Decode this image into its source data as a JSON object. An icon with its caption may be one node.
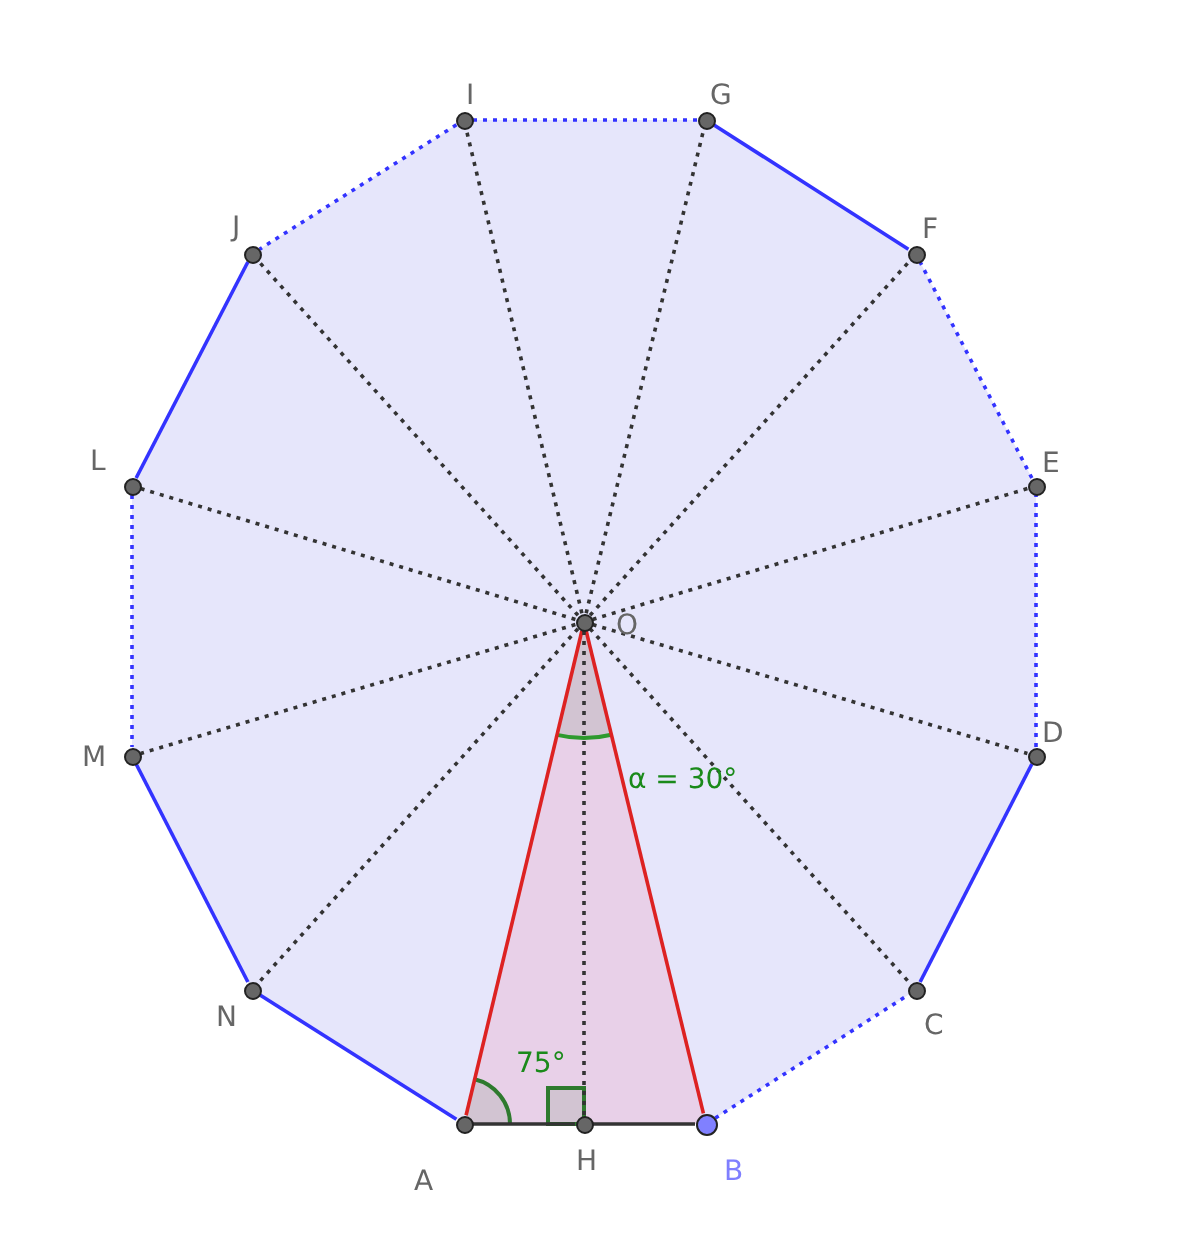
{
  "diagram": {
    "nodes": [
      {
        "text": [],
        "shape": "circle",
        "beside": [
          "I"
        ]
      },
      {
        "text": [],
        "shape": "circle",
        "beside": [
          "G"
        ]
      },
      {
        "text": [],
        "shape": "circle",
        "beside": [
          "J"
        ]
      },
      {
        "text": [],
        "shape": "circle",
        "beside": [
          "F"
        ]
      },
      {
        "text": [],
        "shape": "circle",
        "beside": [
          "L"
        ]
      },
      {
        "text": [],
        "shape": "circle",
        "beside": [
          "E"
        ]
      },
      {
        "text": [],
        "shape": "circle",
        "beside": [
          "O"
        ]
      },
      {
        "text": [],
        "shape": "circle",
        "beside": [
          "M"
        ]
      },
      {
        "text": [],
        "shape": "circle",
        "beside": [
          "D"
        ]
      },
      {
        "text": [],
        "shape": "circle",
        "beside": [
          "N"
        ]
      },
      {
        "text": [],
        "shape": "circle",
        "beside": [
          "C"
        ]
      },
      {
        "text": [],
        "shape": "circle",
        "beside": [
          "A"
        ]
      },
      {
        "text": [],
        "shape": "circle",
        "beside": [
          "H"
        ]
      },
      {
        "text": [],
        "shape": "circle",
        "beside": [
          "B"
        ]
      }
    ],
    "edges": [
      {
        "from": 13,
        "to": 10,
        "arrow": "none",
        "style": "dashed",
        "color": "#3333ff"
      },
      {
        "from": 10,
        "to": 8,
        "arrow": "none",
        "color": "#3333ff"
      },
      {
        "from": 8,
        "to": 5,
        "arrow": "none",
        "style": "dashed",
        "color": "#3333ff"
      },
      {
        "from": 5,
        "to": 3,
        "arrow": "none",
        "style": "dashed",
        "color": "#3333ff"
      },
      {
        "from": 3,
        "to": 1,
        "arrow": "none",
        "color": "#3333ff"
      },
      {
        "from": 1,
        "to": 0,
        "arrow": "none",
        "style": "dashed",
        "color": "#3333ff"
      },
      {
        "from": 0,
        "to": 2,
        "arrow": "none",
        "style": "dashed",
        "color": "#3333ff"
      },
      {
        "from": 2,
        "to": 4,
        "arrow": "none",
        "color": "#3333ff"
      },
      {
        "from": 4,
        "to": 7,
        "arrow": "none",
        "style": "dashed",
        "color": "#3333ff"
      },
      {
        "from": 7,
        "to": 9,
        "arrow": "none",
        "color": "#3333ff"
      },
      {
        "from": 9,
        "to": 11,
        "arrow": "none",
        "color": "#3333ff"
      },
      {
        "from": 6,
        "to": 0,
        "arrow": "none",
        "style": "dashed"
      },
      {
        "from": 6,
        "to": 1,
        "arrow": "none",
        "style": "dashed"
      },
      {
        "from": 6,
        "to": 2,
        "arrow": "none",
        "style": "dashed"
      },
      {
        "from": 6,
        "to": 3,
        "arrow": "none",
        "style": "dashed"
      },
      {
        "from": 6,
        "to": 4,
        "arrow": "none",
        "style": "dashed"
      },
      {
        "from": 6,
        "to": 5,
        "arrow": "none",
        "style": "dashed"
      },
      {
        "from": 6,
        "to": 7,
        "arrow": "none",
        "style": "dashed"
      },
      {
        "from": 6,
        "to": 8,
        "arrow": "none",
        "style": "dashed"
      },
      {
        "from": 6,
        "to": 9,
        "arrow": "none",
        "style": "dashed"
      },
      {
        "from": 6,
        "to": 10,
        "arrow": "none",
        "style": "dashed"
      },
      {
        "from": 6,
        "to": 11,
        "arrow": "none",
        "color": "#dd2222"
      },
      {
        "from": 6,
        "to": 13,
        "arrow": "none",
        "color": "#dd2222"
      },
      {
        "from": 6,
        "to": 12,
        "arrow": "none",
        "style": "dashed"
      },
      {
        "from": 11,
        "to": 12,
        "arrow": "none"
      },
      {
        "from": 12,
        "to": 13,
        "arrow": "none"
      }
    ],
    "labels": [
      "α = 30°",
      "75°"
    ]
  }
}
